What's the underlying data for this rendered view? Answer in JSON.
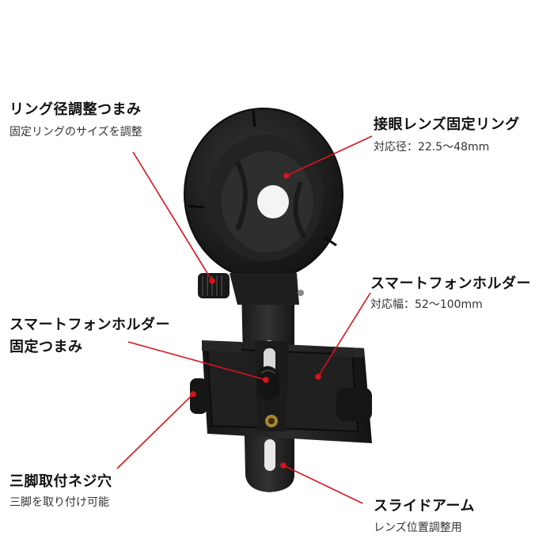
{
  "callouts": {
    "ring_knob": {
      "title": "リング径調整つまみ",
      "sub": "固定リングのサイズを調整"
    },
    "eyepiece_ring": {
      "title": "接眼レンズ固定リング",
      "sub": "対応径：22.5〜48mm"
    },
    "phone_holder": {
      "title": "スマートフォンホルダー",
      "sub": "対応幅：52〜100mm"
    },
    "holder_knob": {
      "title_line1": "スマートフォンホルダー",
      "title_line2": "固定つまみ"
    },
    "tripod_hole": {
      "title": "三脚取付ネジ穴",
      "sub": "三脚を取り付け可能"
    },
    "slide_arm": {
      "title": "スライドアーム",
      "sub": "レンズ位置調整用"
    }
  },
  "colors": {
    "leader_line": "#d8131b",
    "product_body": "#1c1c1c"
  }
}
